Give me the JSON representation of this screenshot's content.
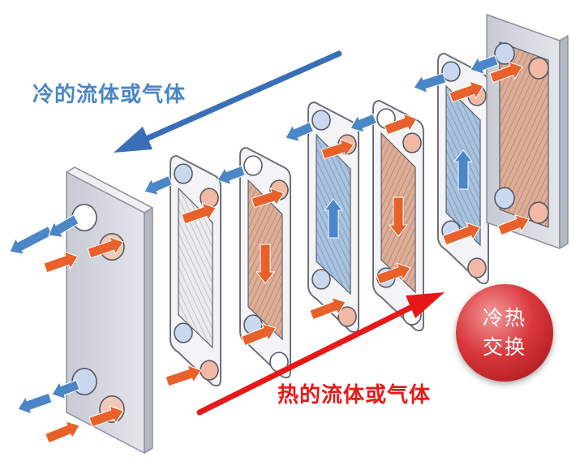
{
  "labels": {
    "cold_fluid": "冷的流体或气体",
    "hot_fluid": "热的流体或气体",
    "badge_line1": "冷热",
    "badge_line2": "交换"
  },
  "colors": {
    "cold": "#4a86c8",
    "hot": "#e8602a",
    "cold_text": "#4a86c8",
    "hot_text": "#e81818",
    "frame": "#d8dbe2",
    "cold_plate": "#9ab8d8",
    "hot_plate": "#d8a58e",
    "neutral_plate": "#e6e6ea"
  },
  "icons": [
    "cold-flow-arrow-icon",
    "hot-flow-arrow-icon",
    "port-hole-icon"
  ]
}
